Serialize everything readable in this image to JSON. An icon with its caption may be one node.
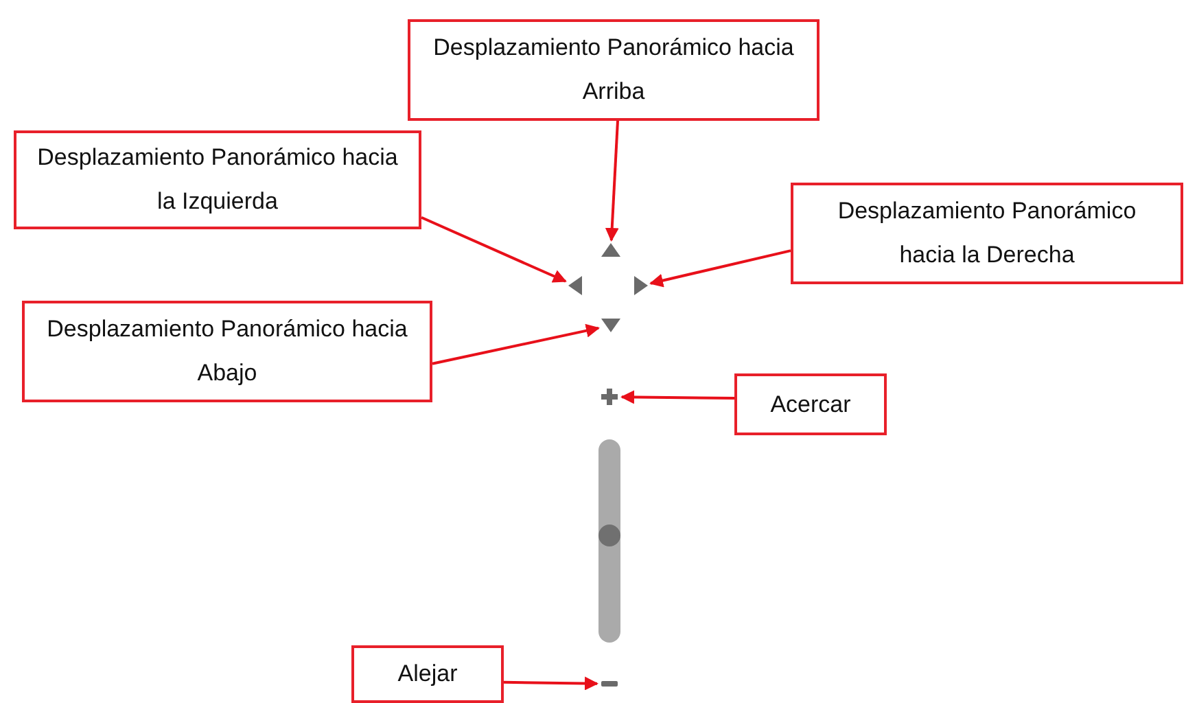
{
  "diagram": {
    "nodes": [
      {
        "text": [
          "Desplazamiento Panorámico hacia Arriba"
        ]
      },
      {
        "text": [
          "Desplazamiento Panorámico hacia la Izquierda"
        ]
      },
      {
        "text": [
          "Desplazamiento Panorámico hacia la Derecha"
        ]
      },
      {
        "text": [
          "Desplazamiento Panorámico hacia Abajo"
        ]
      },
      {
        "text": [
          "Acercar"
        ]
      },
      {
        "text": [
          "Alejar"
        ]
      },
      {
        "text": [],
        "shape": "triangle"
      },
      {
        "text": [],
        "shape": "triangle"
      },
      {
        "text": [],
        "shape": "triangle"
      },
      {
        "text": [],
        "shape": "triangle"
      },
      {
        "text": [],
        "shape": "plus"
      },
      {
        "text": [],
        "shape": "minus"
      }
    ],
    "edges": [
      {
        "from": 0,
        "to": 6,
        "arrow": "to"
      },
      {
        "from": 1,
        "to": 7,
        "arrow": "to"
      },
      {
        "from": 2,
        "to": 8,
        "arrow": "to"
      },
      {
        "from": 3,
        "to": 9,
        "arrow": "to"
      },
      {
        "from": 4,
        "to": 10,
        "arrow": "to"
      },
      {
        "from": 5,
        "to": 11,
        "arrow": "to"
      }
    ]
  }
}
